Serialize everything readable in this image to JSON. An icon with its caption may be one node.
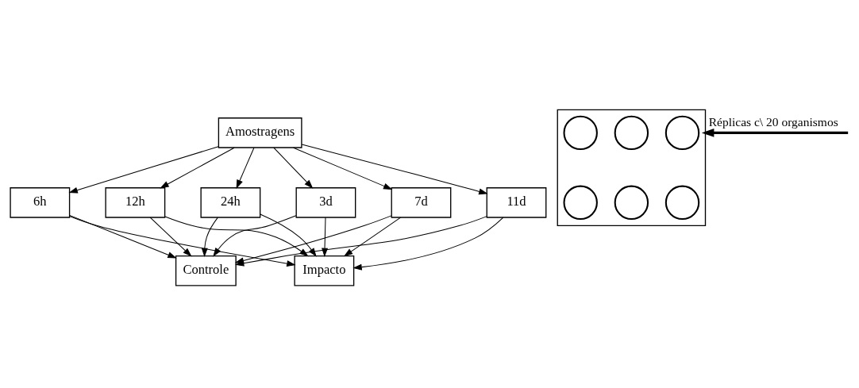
{
  "diagram": {
    "nodes": [
      {
        "text": [
          "Amostragens"
        ]
      },
      {
        "text": [
          "6h"
        ]
      },
      {
        "text": [
          "12h"
        ]
      },
      {
        "text": [
          "24h"
        ]
      },
      {
        "text": [
          "3d"
        ]
      },
      {
        "text": [
          "7d"
        ]
      },
      {
        "text": [
          "11d"
        ]
      },
      {
        "text": [
          "Controle"
        ]
      },
      {
        "text": [
          "Impacto"
        ]
      },
      {
        "text": [],
        "shape": "box"
      },
      {
        "text": [],
        "shape": "circle",
        "in": 9
      },
      {
        "text": [],
        "shape": "circle",
        "in": 9
      },
      {
        "text": [],
        "shape": "circle",
        "in": 9
      },
      {
        "text": [],
        "shape": "circle",
        "in": 9
      },
      {
        "text": [],
        "shape": "circle",
        "in": 9
      },
      {
        "text": [],
        "shape": "circle",
        "in": 9
      }
    ],
    "edges": [
      {
        "from": 0,
        "to": 1,
        "arrow": "to"
      },
      {
        "from": 0,
        "to": 2,
        "arrow": "to"
      },
      {
        "from": 0,
        "to": 3,
        "arrow": "to"
      },
      {
        "from": 0,
        "to": 4,
        "arrow": "to"
      },
      {
        "from": 0,
        "to": 5,
        "arrow": "to"
      },
      {
        "from": 0,
        "to": 6,
        "arrow": "to"
      },
      {
        "from": 1,
        "to": 7,
        "arrow": "to"
      },
      {
        "from": 2,
        "to": 7,
        "arrow": "to"
      },
      {
        "from": 3,
        "to": 7,
        "arrow": "to"
      },
      {
        "from": 4,
        "to": 7,
        "arrow": "to"
      },
      {
        "from": 5,
        "to": 7,
        "arrow": "to"
      },
      {
        "from": 6,
        "to": 7,
        "arrow": "to"
      },
      {
        "from": 1,
        "to": 8,
        "arrow": "to"
      },
      {
        "from": 2,
        "to": 8,
        "arrow": "to"
      },
      {
        "from": 3,
        "to": 8,
        "arrow": "to"
      },
      {
        "from": 4,
        "to": 8,
        "arrow": "to"
      },
      {
        "from": 5,
        "to": 8,
        "arrow": "to"
      },
      {
        "from": 6,
        "to": 8,
        "arrow": "to"
      },
      {
        "from": null,
        "to": 9,
        "label": "Réplicas c\\ 20 organismos",
        "arrow": "to",
        "style": "thick"
      }
    ]
  }
}
